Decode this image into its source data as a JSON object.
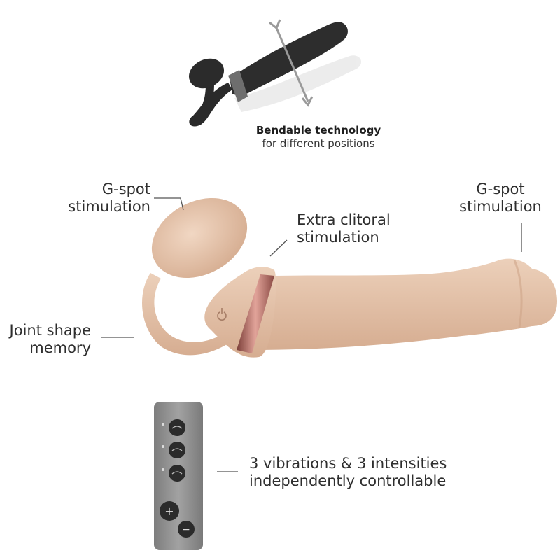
{
  "colors": {
    "product_skin": "#e6c4aa",
    "product_shadow": "#cba186",
    "metal_ring": "#b5716a",
    "dark_product": "#2a2a2a",
    "remote_body": "#8a8a8a",
    "remote_button": "#2b2b2b",
    "leader_line": "#555555"
  },
  "captions": {
    "bendable_title": "Bendable technology",
    "bendable_sub": "for different positions"
  },
  "labels": {
    "gspot_left": {
      "line1": "G-spot",
      "line2": "stimulation"
    },
    "gspot_right": {
      "line1": "G-spot",
      "line2": "stimulation"
    },
    "clitoral": {
      "line1": "Extra clitoral",
      "line2": "stimulation"
    },
    "joint": {
      "line1": "Joint shape",
      "line2": "memory"
    },
    "vibrations": {
      "line1": "3 vibrations & 3 intensities",
      "line2": "independently controllable"
    }
  },
  "remote": {
    "plus_symbol": "+",
    "minus_symbol": "−",
    "mode_buttons": [
      "mode-1",
      "mode-2",
      "mode-3"
    ]
  }
}
